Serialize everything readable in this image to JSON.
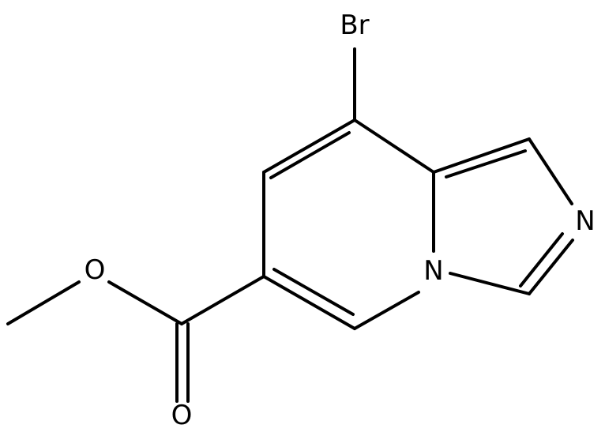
{
  "molecule": {
    "atoms": {
      "bromine": "Br",
      "nitrogen_imine": "N",
      "nitrogen_bridge": "N",
      "oxygen_ether": "O",
      "oxygen_carbonyl": "O"
    }
  },
  "colors": {
    "bond": "#000000",
    "label": "#000000",
    "background": "#ffffff"
  }
}
